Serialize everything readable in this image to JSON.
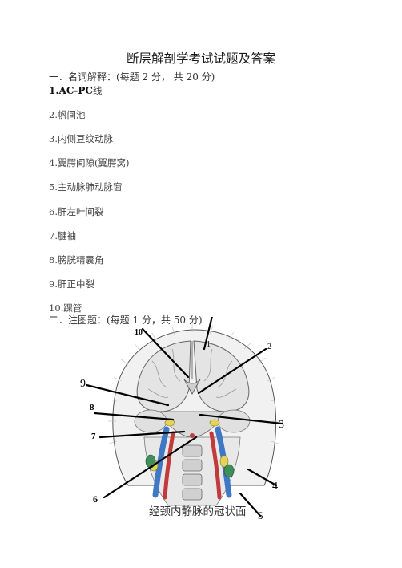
{
  "title": "断层解剖学考试试题及答案",
  "section1": {
    "heading": "一．名词解释：(每题 2 分， 共 20 分)",
    "items": [
      {
        "prefix": "1.AC-PC",
        "text": "线"
      },
      {
        "text": "2.帆间池"
      },
      {
        "text": "3.内侧豆纹动脉"
      },
      {
        "text": "4.翼腭间隙(翼腭窝)"
      },
      {
        "text": "5.主动脉肺动脉窗"
      },
      {
        "text": "6.肝左叶间裂"
      },
      {
        "text": "7.腱袖"
      },
      {
        "text": "8.膀胱精囊角"
      },
      {
        "text": "9.肝正中裂"
      },
      {
        "text": "10.踝管"
      }
    ]
  },
  "section2": {
    "heading": "二．注图题：(每题 1 分，共 50 分)"
  },
  "figure": {
    "labels": [
      "1",
      "2",
      "3",
      "4",
      "5",
      "6",
      "7",
      "8",
      "9",
      "10"
    ],
    "caption": "经颈内静脉的冠状面"
  }
}
